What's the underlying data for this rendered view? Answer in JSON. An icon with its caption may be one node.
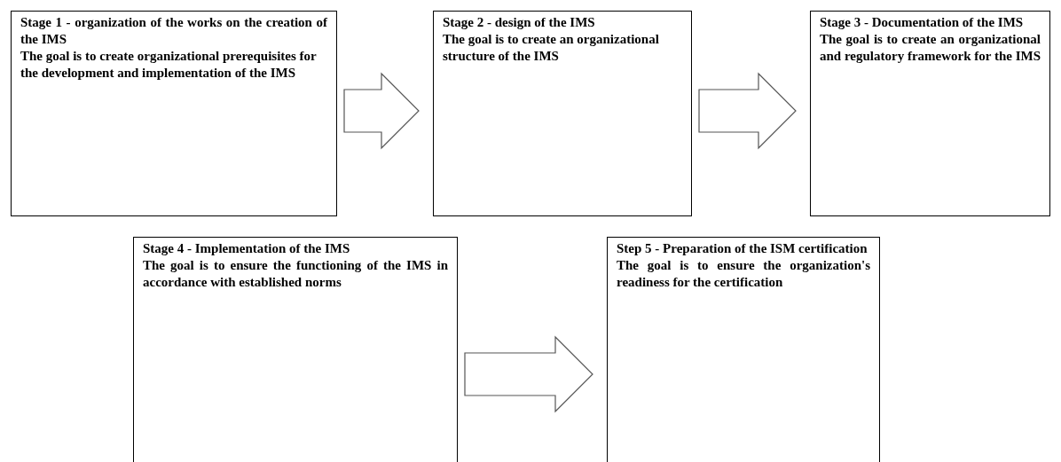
{
  "diagram": {
    "nodes": [
      {
        "text": [
          "Stage 1 - organization of the works on the creation of the IMS",
          "The goal is to create organizational prerequisites for the development and implementation of the IMS"
        ]
      },
      {
        "text": [
          "Stage 2 - design of the IMS",
          "The goal is to create an organizational structure of the IMS"
        ]
      },
      {
        "text": [
          "Stage 3 - Documentation of the IMS",
          "The goal is to create an organizational and regulatory framework for the IMS"
        ]
      },
      {
        "text": [
          "Stage 4 - Implementation of the IMS",
          "The goal is to ensure the functioning of the IMS in accordance with established norms"
        ]
      },
      {
        "text": [
          "Step 5 - Preparation of the ISM certification",
          "The goal is to ensure the organization's readiness for the certification"
        ]
      }
    ],
    "edges": [
      {
        "from": 0,
        "to": 1,
        "arrow": "to"
      },
      {
        "from": 1,
        "to": 2,
        "arrow": "to"
      },
      {
        "from": 3,
        "to": 4,
        "arrow": "to"
      }
    ]
  }
}
